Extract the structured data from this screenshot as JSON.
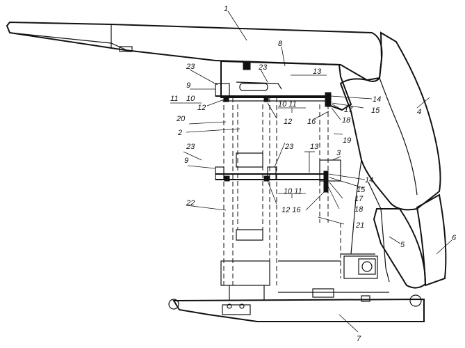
{
  "labels": {
    "l1": "1",
    "l2": "2",
    "l3": "3",
    "l4": "4",
    "l5": "5",
    "l6": "6",
    "l7": "7",
    "l8": "8",
    "l9a": "9",
    "l9b": "9",
    "l10a": "10",
    "l10b": "10 11",
    "l10c": "10 11",
    "l11": "11",
    "l12a": "12",
    "l12b": "12",
    "l12c": "12 16",
    "l13a": "13",
    "l13b": "13",
    "l14a": "14",
    "l14b": "14",
    "l15a": "15",
    "l15b": "15",
    "l16": "16",
    "l17a": "17",
    "l17b": "17",
    "l18a": "18",
    "l18b": "18",
    "l19": "19",
    "l20": "20",
    "l21": "21",
    "l22": "22",
    "l23a": "23",
    "l23b": "23",
    "l23c": "23",
    "l23d": "23"
  }
}
